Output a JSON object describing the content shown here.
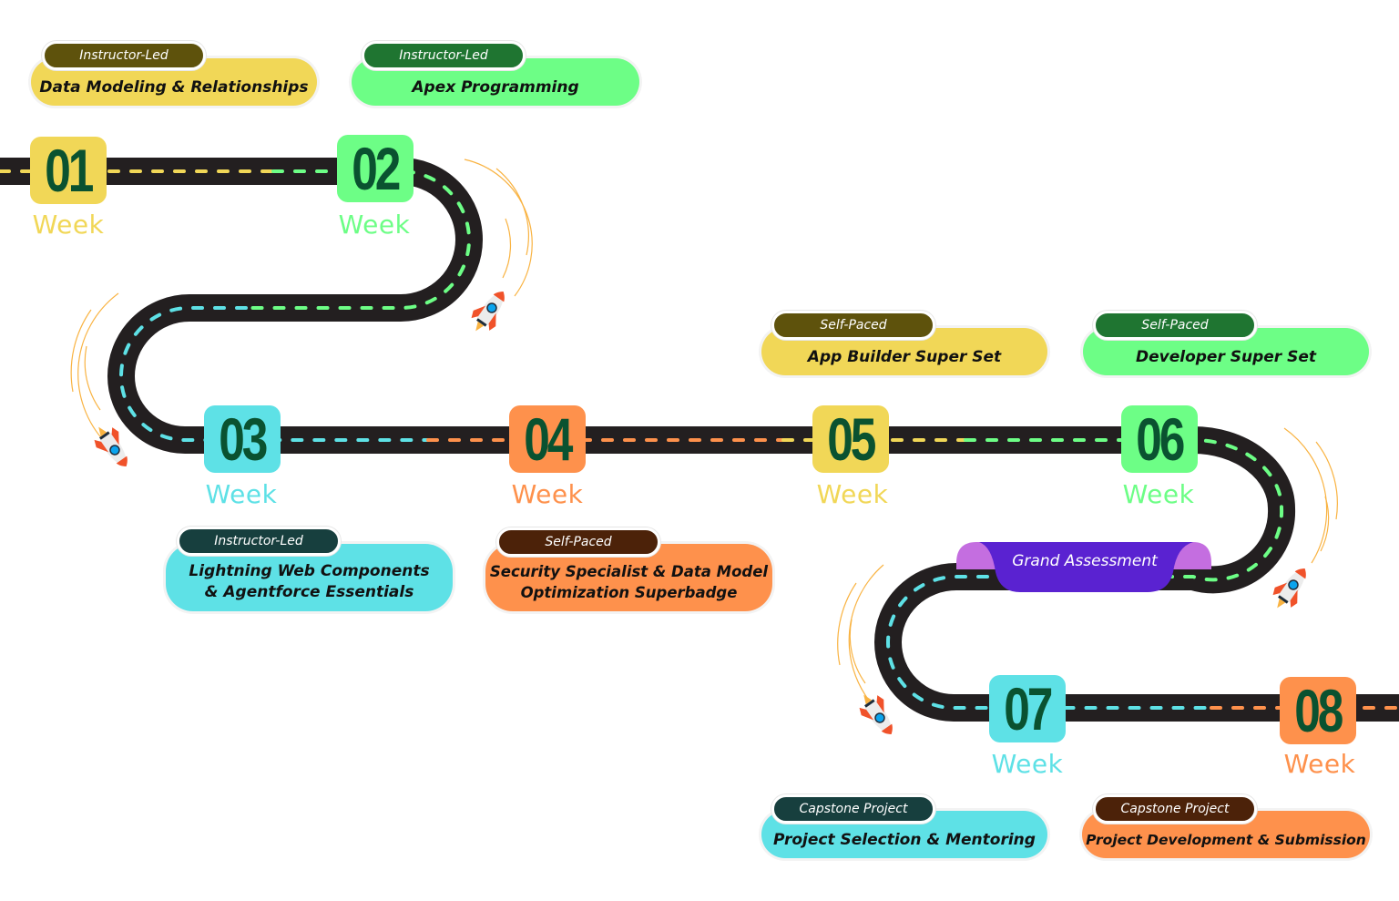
{
  "colors": {
    "road": "#231f20",
    "yellow": "#f1d757",
    "green": "#6dfe86",
    "cyan": "#5ee1e6",
    "orange": "#fe914c",
    "number_text": "#0a5230",
    "purple": "#5a22d1",
    "purple_light": "#c46ee0",
    "tag_olive": "#5e520c",
    "tag_darkgreen": "#1f7531",
    "tag_teal": "#173f3e",
    "tag_brown": "#4c2209"
  },
  "weeks": [
    {
      "number": "01",
      "label": "Week",
      "color": "#f1d757",
      "tag": "Instructor-Led",
      "tag_color": "#5e520c",
      "title": "Data Modeling & Relationships",
      "title_lines": [
        "Data Modeling & Relationships"
      ]
    },
    {
      "number": "02",
      "label": "Week",
      "color": "#6dfe86",
      "tag": "Instructor-Led",
      "tag_color": "#1f7531",
      "title": "Apex Programming",
      "title_lines": [
        "Apex Programming"
      ]
    },
    {
      "number": "03",
      "label": "Week",
      "color": "#5ee1e6",
      "tag": "Instructor-Led",
      "tag_color": "#173f3e",
      "title": "Lightning Web Components & Agentforce Essentials",
      "title_lines": [
        "Lightning Web Components",
        "& Agentforce Essentials"
      ]
    },
    {
      "number": "04",
      "label": "Week",
      "color": "#fe914c",
      "tag": "Self-Paced",
      "tag_color": "#4c2209",
      "title": "Security Specialist & Data Model Optimization Superbadge",
      "title_lines": [
        "Security Specialist & Data Model",
        "Optimization Superbadge"
      ]
    },
    {
      "number": "05",
      "label": "Week",
      "color": "#f1d757",
      "tag": "Self-Paced",
      "tag_color": "#5e520c",
      "title": "App Builder Super Set",
      "title_lines": [
        "App Builder Super Set"
      ]
    },
    {
      "number": "06",
      "label": "Week",
      "color": "#6dfe86",
      "tag": "Self-Paced",
      "tag_color": "#1f7531",
      "title": "Developer Super Set",
      "title_lines": [
        "Developer Super Set"
      ]
    },
    {
      "number": "07",
      "label": "Week",
      "color": "#5ee1e6",
      "tag": "Capstone Project",
      "tag_color": "#173f3e",
      "title": "Project Selection & Mentoring",
      "title_lines": [
        "Project Selection & Mentoring"
      ]
    },
    {
      "number": "08",
      "label": "Week",
      "color": "#fe914c",
      "tag": "Capstone Project",
      "tag_color": "#4c2209",
      "title": "Project Development & Submission",
      "title_lines": [
        "Project Development & Submission"
      ]
    }
  ],
  "milestone": {
    "label": "Grand Assessment"
  },
  "icons": [
    "rocket-icon",
    "rocket-icon",
    "rocket-icon",
    "rocket-icon"
  ]
}
